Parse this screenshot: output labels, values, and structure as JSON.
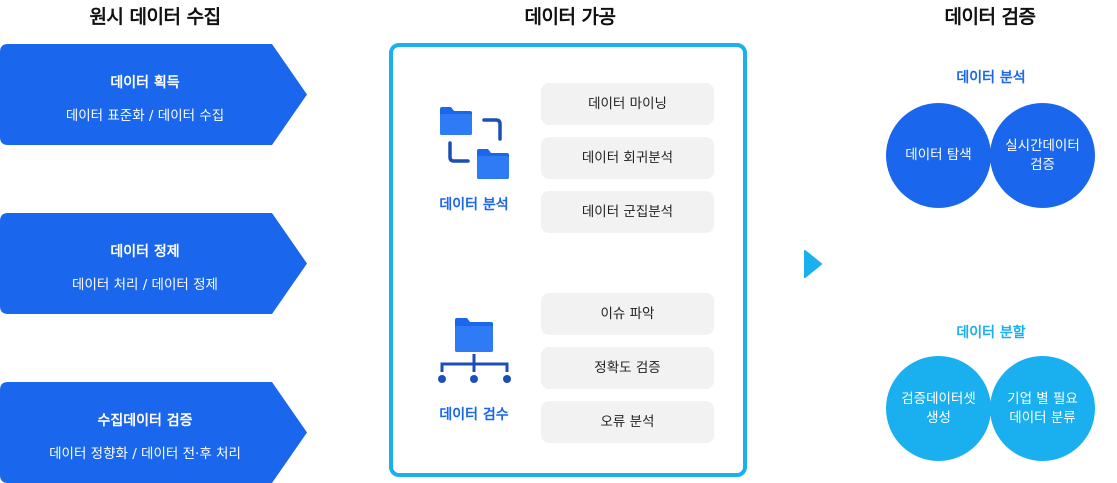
{
  "columns": {
    "raw": "원시 데이터 수집",
    "process": "데이터 가공",
    "verify": "데이터 검증"
  },
  "raw_steps": [
    {
      "title": "데이터 획득",
      "sub": "데이터 표준화 / 데이터 수집"
    },
    {
      "title": "데이터 정제",
      "sub": "데이터 처리 / 데이터 정제"
    },
    {
      "title": "수집데이터 검증",
      "sub": "데이터 정향화 / 데이터 전·후 처리"
    }
  ],
  "processing": {
    "analysis": {
      "label": "데이터 분석",
      "icon": "folder-exchange-icon",
      "items": [
        "데이터 마이닝",
        "데이터 회귀분석",
        "데이터 군집분석"
      ]
    },
    "inspection": {
      "label": "데이터 검수",
      "icon": "folder-network-icon",
      "items": [
        "이슈 파악",
        "정확도 검증",
        "오류 분석"
      ]
    }
  },
  "verification": {
    "analysis": {
      "label": "데이터 분석",
      "circles": [
        "데이터 탐색",
        "실시간데이터 검증"
      ]
    },
    "split": {
      "label": "데이터 분할",
      "circles": [
        "검증데이터셋 생성",
        "기업 별 필요 데이터 분류"
      ]
    }
  },
  "colors": {
    "primary": "#1a66ec",
    "accent": "#1ab0f0",
    "pill": "#f2f2f2"
  }
}
